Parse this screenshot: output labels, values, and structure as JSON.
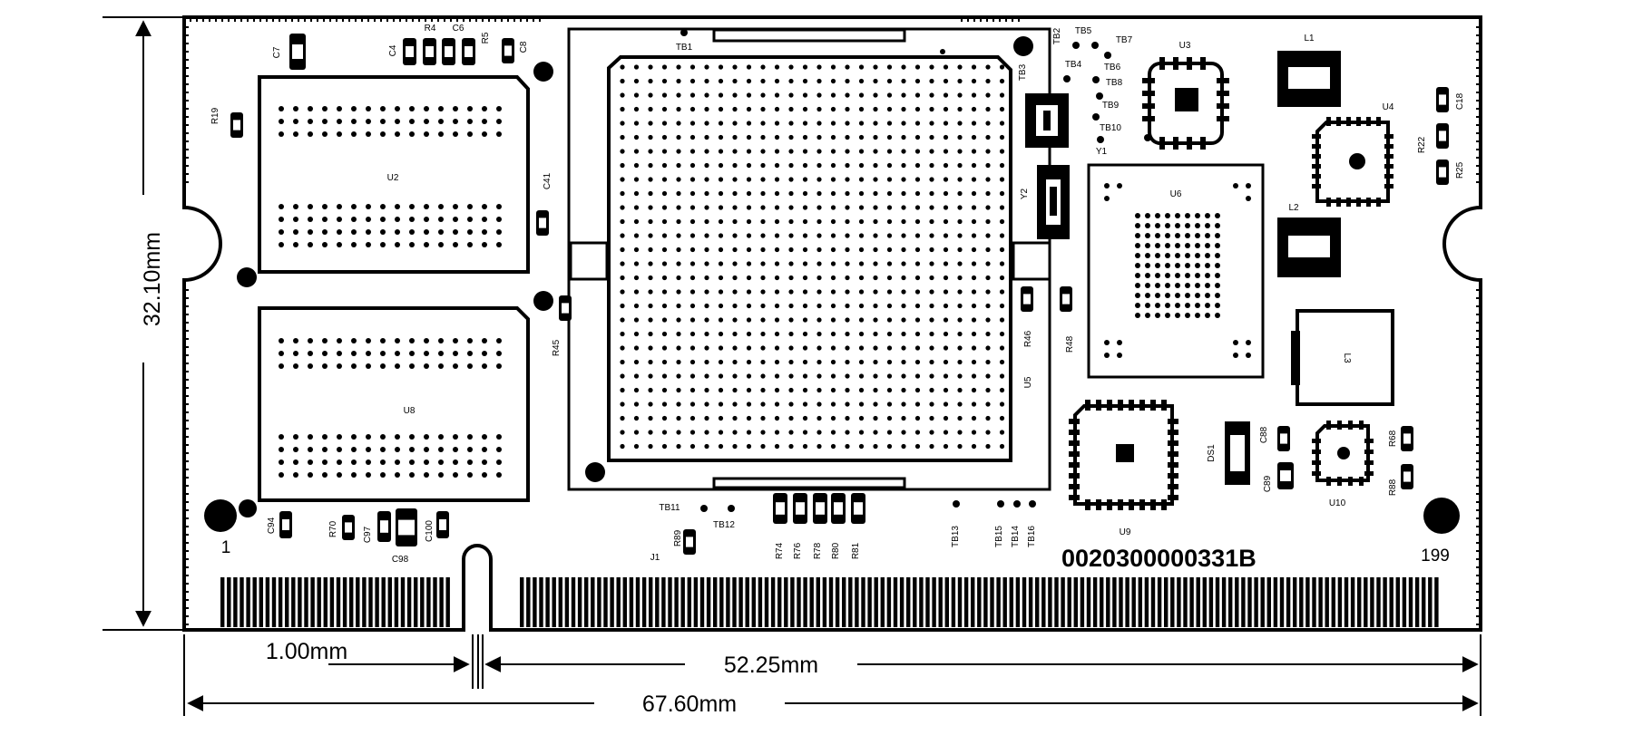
{
  "dimensions": {
    "height": "32.10mm",
    "width": "67.60mm",
    "pin_span": "52.25mm",
    "key_offset": "1.00mm"
  },
  "board": {
    "part_number": "0020300000331B",
    "pin_first": "1",
    "pin_last": "199"
  },
  "labels": {
    "c7": "C7",
    "c4": "C4",
    "r4": "R4",
    "c6": "C6",
    "r5": "R5",
    "c8": "C8",
    "r19": "R19",
    "u2": "U2",
    "c41": "C41",
    "u8": "U8",
    "r45": "R45",
    "tb1": "TB1",
    "tb2": "TB2",
    "tb3": "TB3",
    "tb4": "TB4",
    "tb5": "TB5",
    "tb6": "TB6",
    "tb7": "TB7",
    "tb8": "TB8",
    "tb9": "TB9",
    "tb10": "TB10",
    "y1": "Y1",
    "y2": "Y2",
    "u3": "U3",
    "l1": "L1",
    "u4": "U4",
    "c18": "C18",
    "r22": "R22",
    "r25": "R25",
    "u6": "U6",
    "l2": "L2",
    "l3": "L3",
    "r46": "R46",
    "r48": "R48",
    "u5": "U5",
    "u9": "U9",
    "ds1": "DS1",
    "c88": "C88",
    "c89": "C89",
    "u10": "U10",
    "r68": "R68",
    "r88": "R88",
    "c94": "C94",
    "r70": "R70",
    "c97": "C97",
    "c98": "C98",
    "c100": "C100",
    "tb11": "TB11",
    "tb12": "TB12",
    "r89": "R89",
    "j1": "J1",
    "r74": "R74",
    "r76": "R76",
    "r78": "R78",
    "r80": "R80",
    "r81": "R81",
    "tb13": "TB13",
    "tb15": "TB15",
    "tb14": "TB14",
    "tb16": "TB16"
  }
}
